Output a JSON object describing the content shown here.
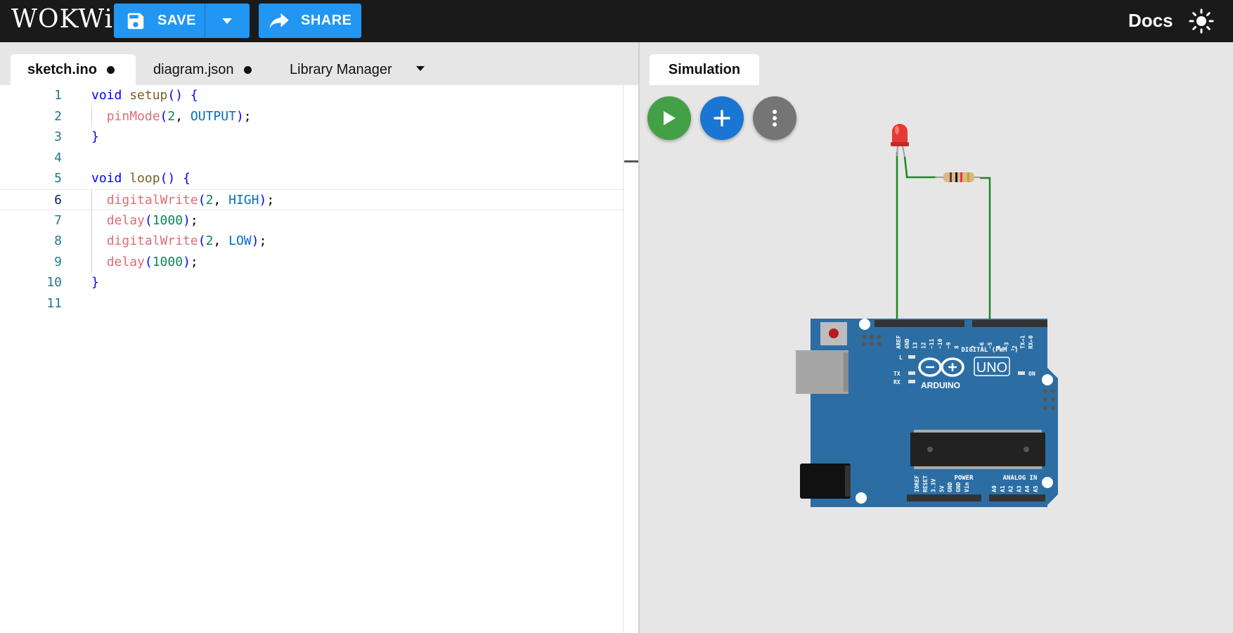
{
  "header": {
    "logo": "WOKWi",
    "save_label": "SAVE",
    "share_label": "SHARE",
    "docs_label": "Docs",
    "accent_color": "#2196f3"
  },
  "editor": {
    "tabs": [
      {
        "label": "sketch.ino",
        "modified": true,
        "active": true
      },
      {
        "label": "diagram.json",
        "modified": true,
        "active": false
      },
      {
        "label": "Library Manager",
        "modified": false,
        "active": false
      }
    ],
    "current_line": 6,
    "lines": [
      {
        "n": "1",
        "code": "void setup() {"
      },
      {
        "n": "2",
        "code": "  pinMode(2, OUTPUT);"
      },
      {
        "n": "3",
        "code": "}"
      },
      {
        "n": "4",
        "code": ""
      },
      {
        "n": "5",
        "code": "void loop() {"
      },
      {
        "n": "6",
        "code": "  digitalWrite(2, HIGH);"
      },
      {
        "n": "7",
        "code": "  delay(1000);"
      },
      {
        "n": "8",
        "code": "  digitalWrite(2, LOW);"
      },
      {
        "n": "9",
        "code": "  delay(1000);"
      },
      {
        "n": "10",
        "code": "}"
      },
      {
        "n": "11",
        "code": ""
      }
    ]
  },
  "simulation": {
    "tab_label": "Simulation",
    "board": {
      "logo_text": "ARDUINO",
      "model": "UNO",
      "digital_label": "DIGITAL (PWM ~)",
      "power_label": "POWER",
      "analog_label": "ANALOG IN",
      "on_label": "ON",
      "l_label": "L",
      "tx_label": "TX",
      "rx_label": "RX",
      "top_pins": [
        "AREF",
        "GND",
        "13",
        "12",
        "~11",
        "~10",
        "~9",
        "8",
        "7",
        "~6",
        "~5",
        "4",
        "~3",
        "2",
        "TX→1",
        "RX←0"
      ],
      "power_pins": [
        "IOREF",
        "RESET",
        "3.3V",
        "5V",
        "GND",
        "GND",
        "Vin"
      ],
      "analog_pins": [
        "A0",
        "A1",
        "A2",
        "A3",
        "A4",
        "A5"
      ]
    },
    "colors": {
      "board": "#2c6ea3",
      "wire": "#1a8a1a",
      "led": "#e53935"
    }
  }
}
